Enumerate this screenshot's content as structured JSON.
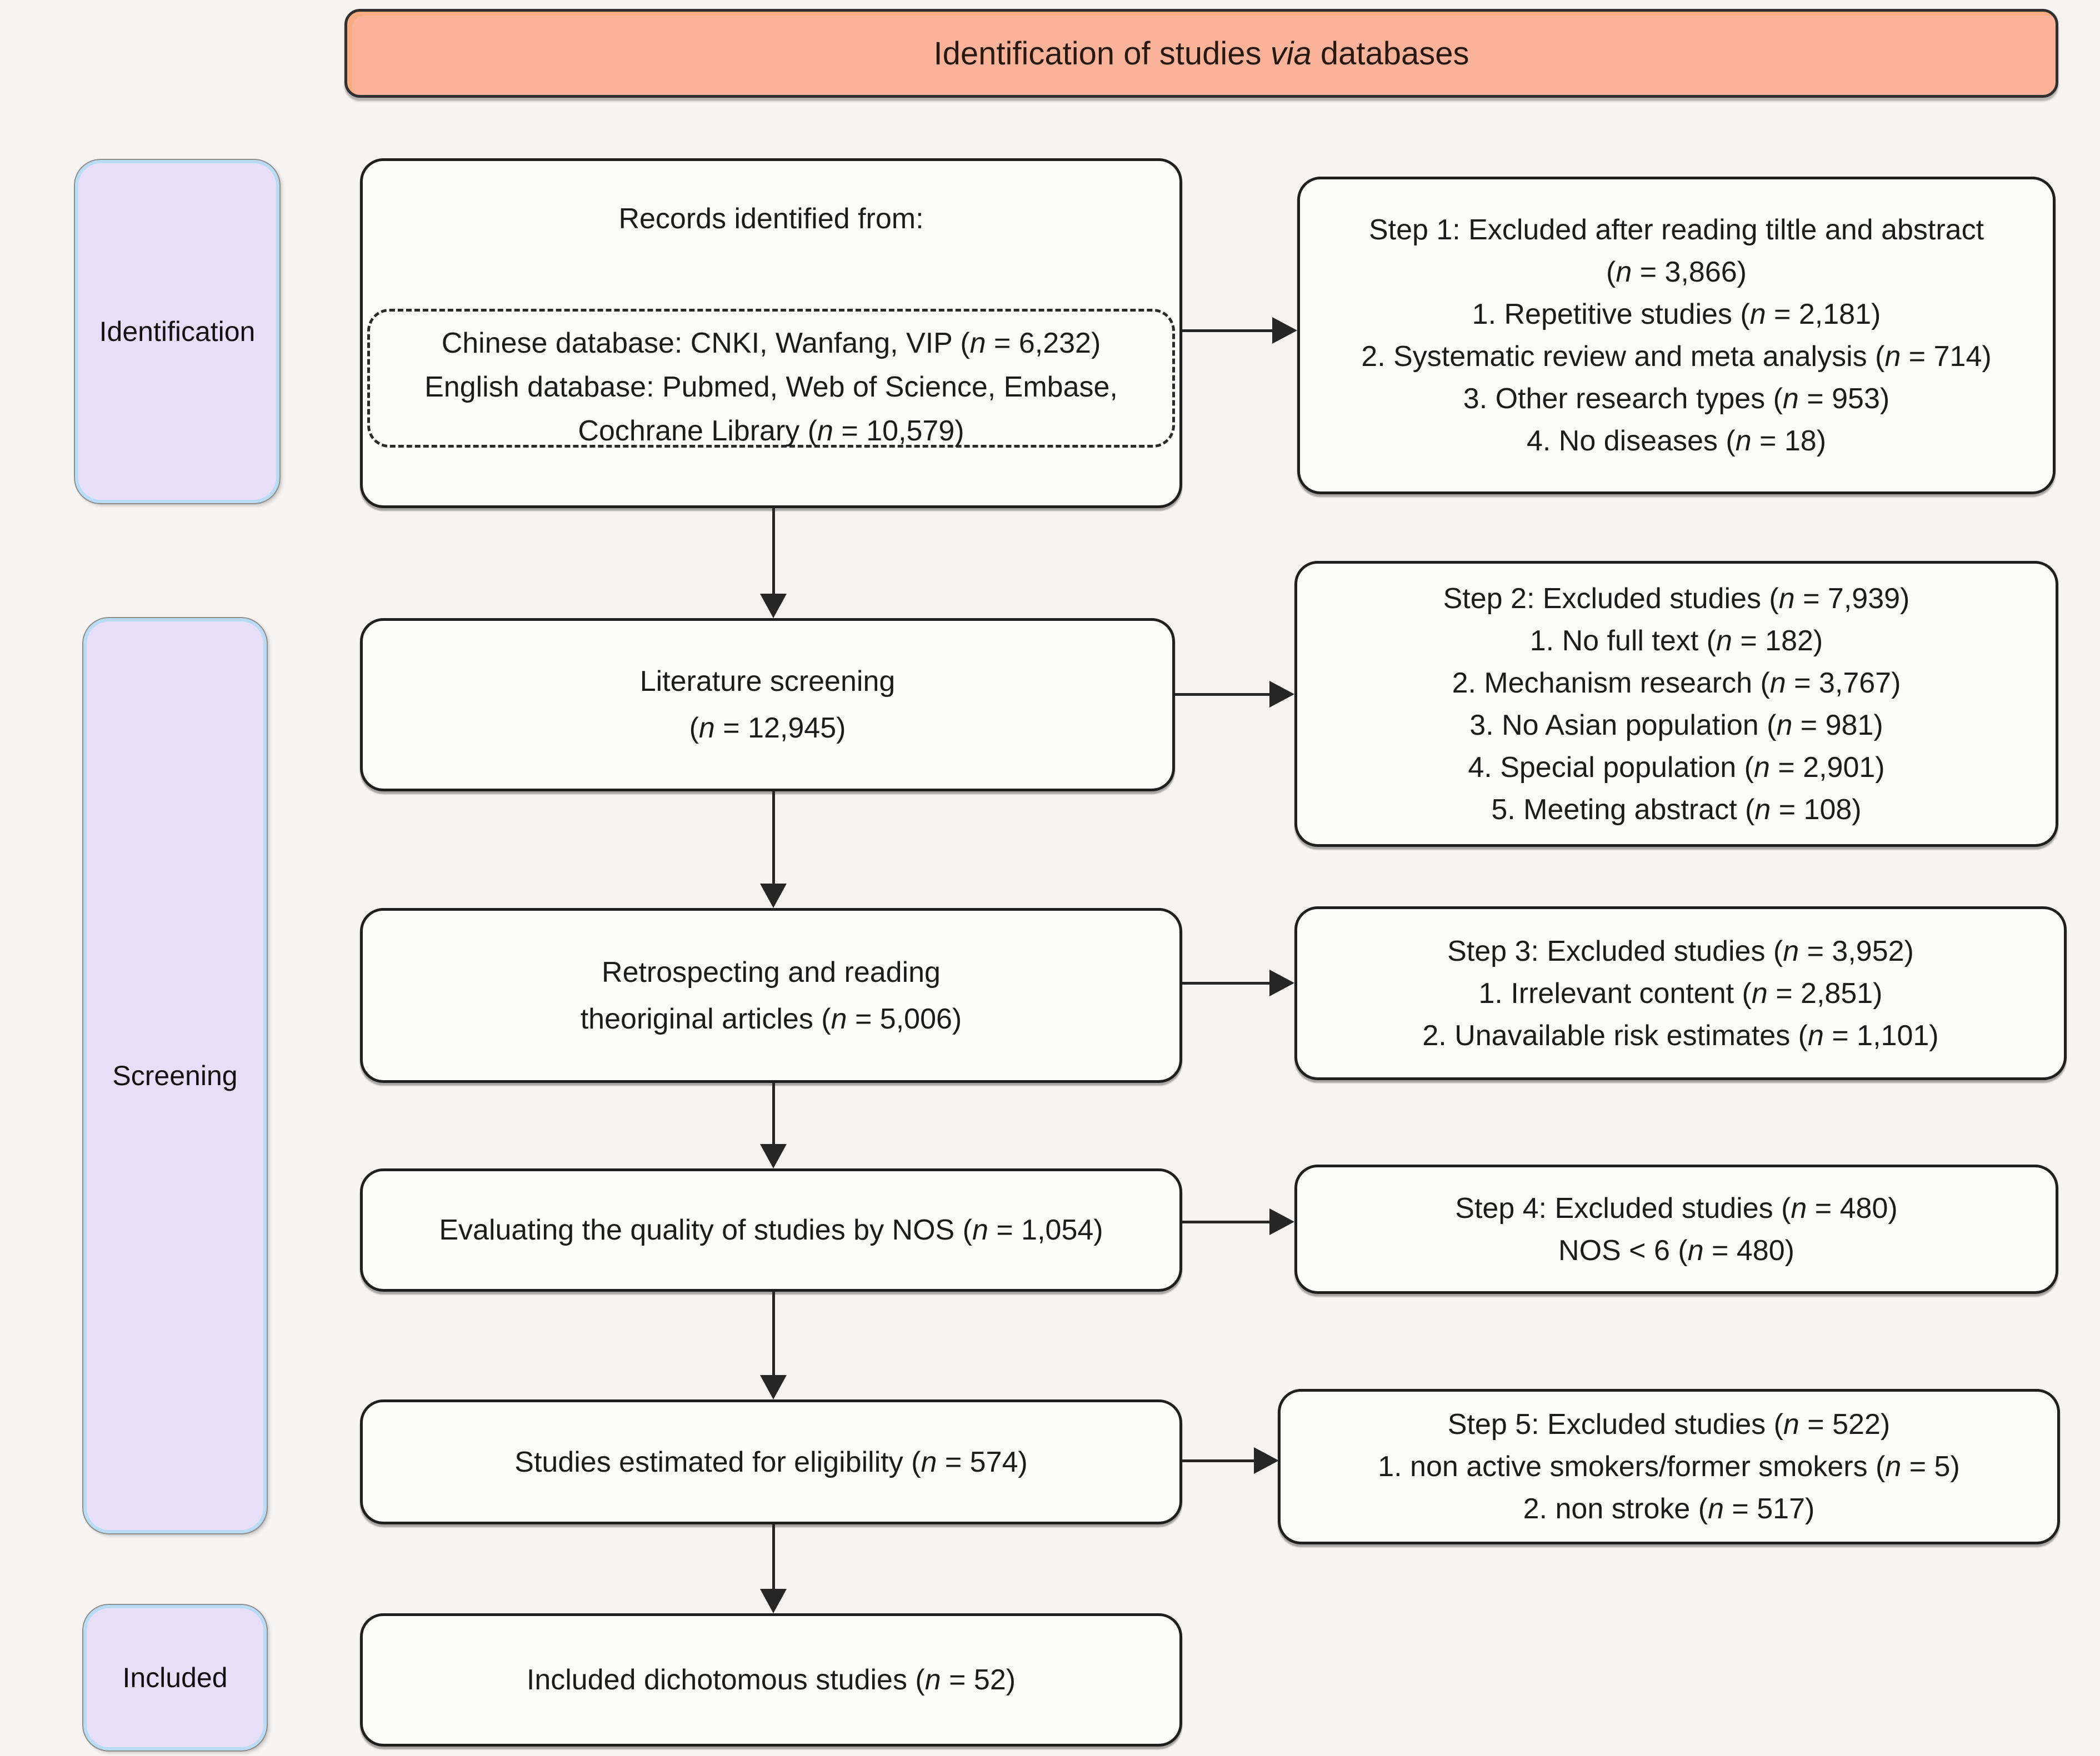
{
  "colors": {
    "background": "#f5f4f2",
    "banner_fill": "#fbb29b",
    "banner_border": "#303030",
    "sidebar_fill": "#e7def8",
    "sidebar_border": "#b9dcf4",
    "box_fill": "#fbfbf9",
    "box_border": "#1f1f1f",
    "arrow": "#262626",
    "text": "#1b1b1b"
  },
  "banner": {
    "title_prefix": "Identification of studies ",
    "title_italic": "via",
    "title_suffix": " databases"
  },
  "sidebar": {
    "stages": [
      {
        "label": "Identification"
      },
      {
        "label": "Screening"
      },
      {
        "label": "Included"
      }
    ]
  },
  "flow": {
    "records": {
      "header": "Records identified from:",
      "databases": [
        "Chinese database: CNKI, Wanfang, VIP (n = 6,232)",
        "English database: Pubmed, Web of Science, Embase,",
        "Cochrane Library (n = 10,579)"
      ]
    },
    "literature": {
      "lines": [
        "Literature screening",
        "(n = 12,945)"
      ]
    },
    "retrospecting": {
      "lines": [
        "Retrospecting and reading",
        "theoriginal articles (n = 5,006)"
      ]
    },
    "evaluating": {
      "lines": [
        "Evaluating the quality of studies by NOS (n = 1,054)"
      ]
    },
    "studies": {
      "lines": [
        "Studies estimated for eligibility (n = 574)"
      ]
    },
    "included": {
      "lines": [
        "Included dichotomous studies (n = 52)"
      ]
    }
  },
  "exclusions": [
    {
      "lines": [
        "Step 1: Excluded after reading tiltle and abstract",
        "(n = 3,866)",
        "1. Repetitive studies (n = 2,181)",
        "2. Systematic review and meta analysis (n = 714)",
        "3. Other research types (n = 953)",
        "4. No diseases (n = 18)"
      ]
    },
    {
      "lines": [
        "Step 2: Excluded studies (n = 7,939)",
        "1. No full text (n = 182)",
        "2. Mechanism research (n = 3,767)",
        "3. No Asian population (n = 981)",
        "4. Special population (n = 2,901)",
        "5. Meeting abstract (n = 108)"
      ]
    },
    {
      "lines": [
        "Step 3: Excluded studies (n = 3,952)",
        "1. Irrelevant content (n = 2,851)",
        "2. Unavailable risk estimates (n = 1,101)"
      ]
    },
    {
      "lines": [
        "Step 4: Excluded studies (n = 480)",
        "NOS < 6 (n = 480)"
      ]
    },
    {
      "lines": [
        "Step 5: Excluded studies (n = 522)",
        "1. non active smokers/former smokers (n = 5)",
        "2. non stroke (n = 517)"
      ]
    }
  ]
}
